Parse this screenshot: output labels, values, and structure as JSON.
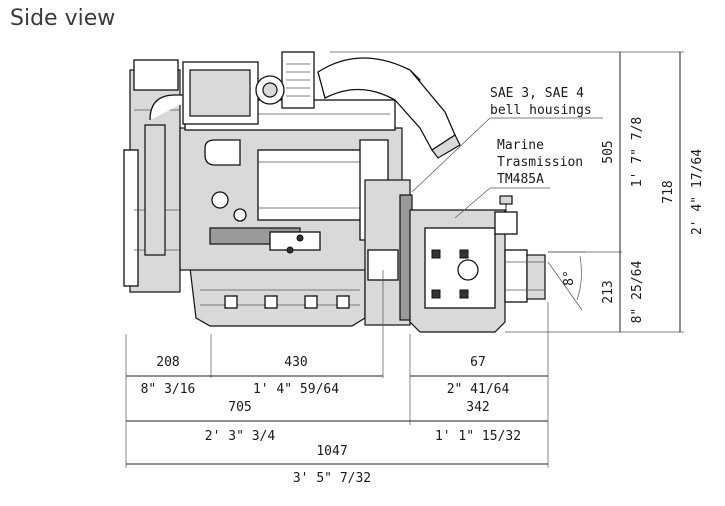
{
  "title": "Side view",
  "callouts": {
    "bell_line1": "SAE 3, SAE 4",
    "bell_line2": "bell housings",
    "trans_line1": "Marine",
    "trans_line2": "Trasmission",
    "trans_line3": "TM485A"
  },
  "dims": {
    "d208": "208",
    "d208_in": "8\" 3/16",
    "d430": "430",
    "d430_in": "1' 4\" 59/64",
    "d67": "67",
    "d67_in": "2\" 41/64",
    "d705": "705",
    "d705_in": "2' 3\" 3/4",
    "d342": "342",
    "d342_in": "1' 1\" 15/32",
    "d1047": "1047",
    "d1047_in": "3' 5\" 7/32",
    "d505": "505",
    "d505_in": "1' 7\" 7/8",
    "d718": "718",
    "d718_in": "2' 4\" 17/64",
    "d213": "213",
    "d213_in": "8\" 25/64",
    "angle": "8°"
  }
}
